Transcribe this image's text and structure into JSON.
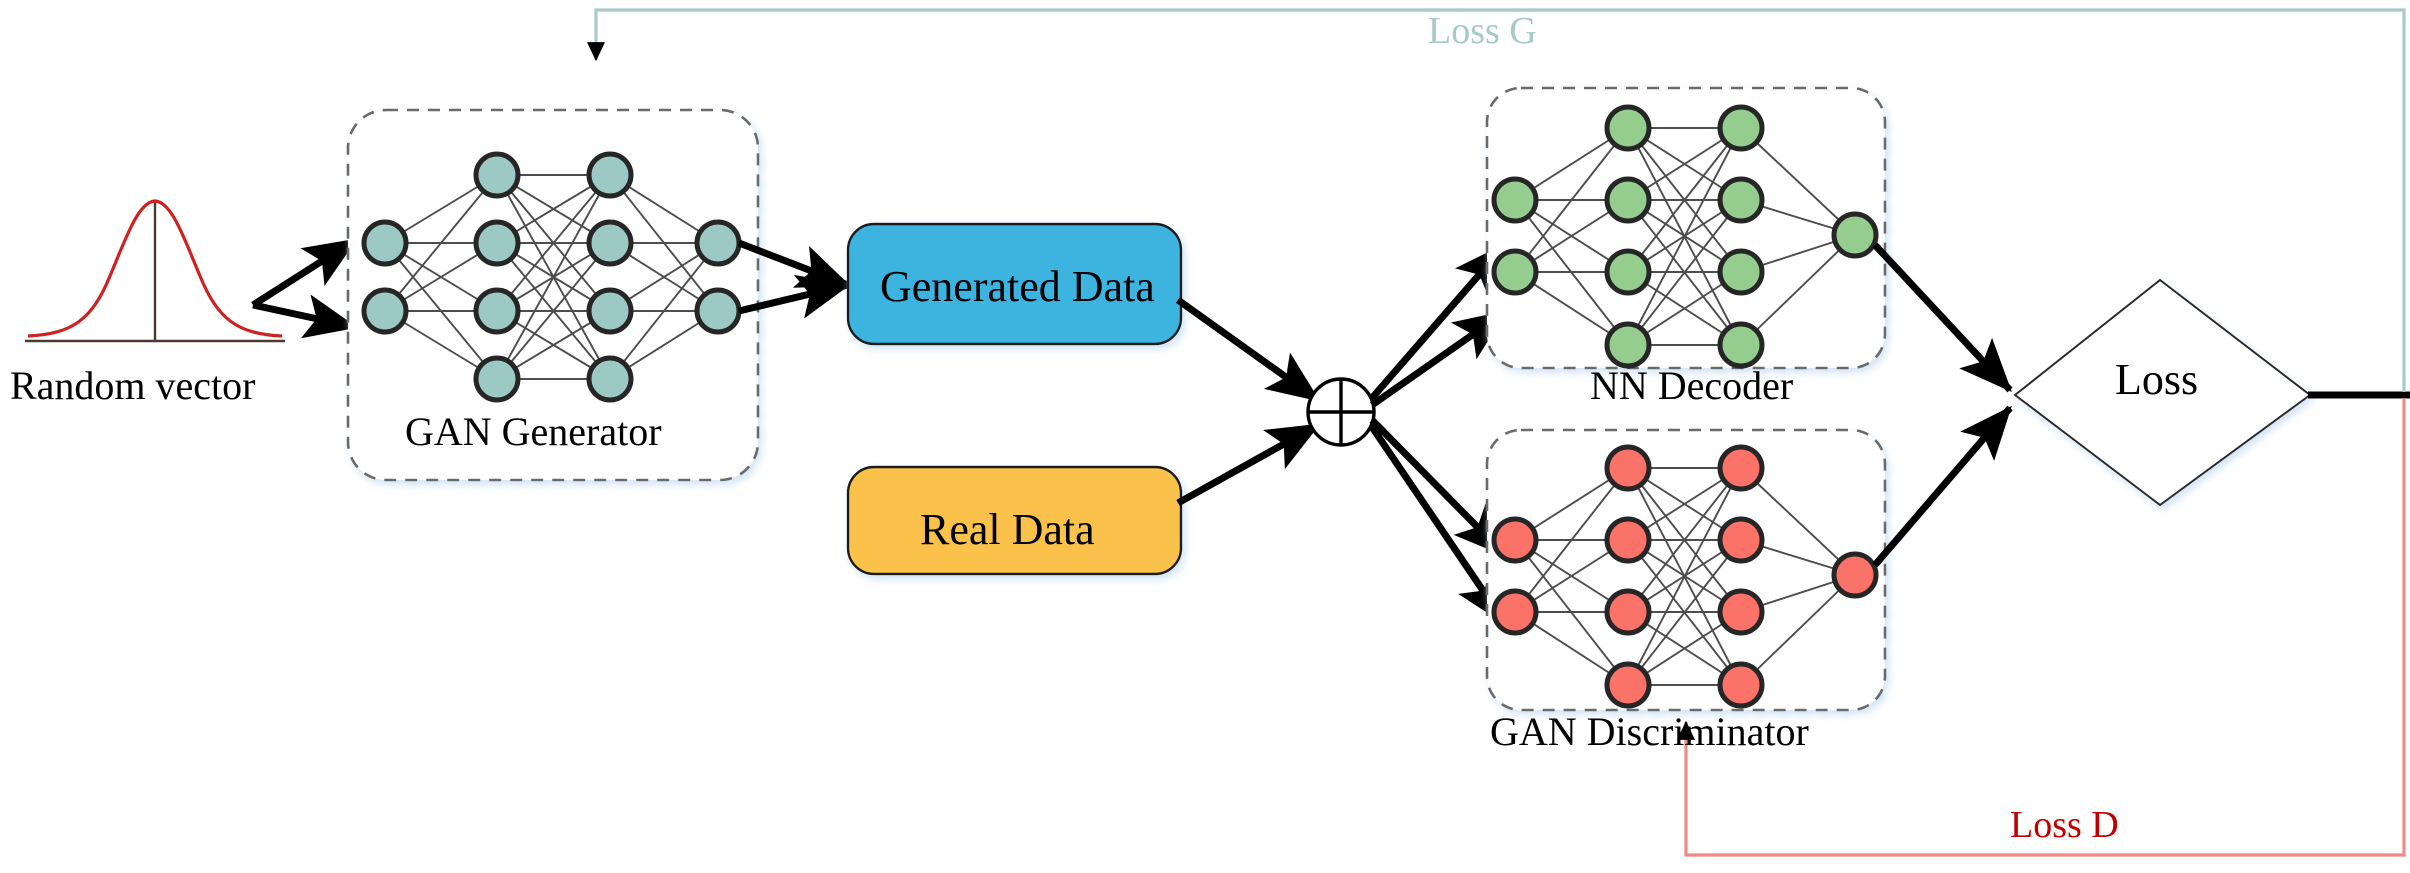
{
  "diagram": {
    "title": "GAN with NN Decoder training architecture",
    "labels": {
      "random_vector": "Random vector",
      "gan_generator": "GAN Generator",
      "generated_data": "Generated Data",
      "real_data": "Real Data",
      "nn_decoder": "NN Decoder",
      "gan_discriminator": "GAN Discriminator",
      "loss": "Loss",
      "loss_g": "Loss G",
      "loss_d": "Loss D"
    },
    "colors": {
      "generated_data_fill": "#3cb4e0",
      "real_data_fill": "#fbc24c",
      "generator_node_fill": "#9cc9c4",
      "decoder_node_fill": "#94cd8e",
      "discriminator_node_fill": "#fa7268",
      "node_stroke": "#262626",
      "edge_stroke": "#4d4d4d",
      "dashed_box_stroke": "#6b6b6b",
      "dashed_box_glow": "#dce9f7",
      "loss_g_line": "#a6cbc6",
      "loss_d_line": "#f08a84",
      "loss_d_text": "#c00000",
      "gaussian_curve": "#cc2222",
      "axis": "#4a3a33",
      "arrow_black": "#000000"
    },
    "blocks": [
      {
        "name": "gan-generator",
        "kind": "dashed-rounded-box",
        "label": "GAN Generator"
      },
      {
        "name": "nn-decoder",
        "kind": "dashed-rounded-box",
        "label": "NN Decoder"
      },
      {
        "name": "gan-discriminator",
        "kind": "dashed-rounded-box",
        "label": "GAN Discriminator"
      },
      {
        "name": "generated-data",
        "kind": "rounded-rect",
        "label": "Generated Data"
      },
      {
        "name": "real-data",
        "kind": "rounded-rect",
        "label": "Real Data"
      },
      {
        "name": "loss",
        "kind": "diamond",
        "label": "Loss"
      },
      {
        "name": "sum-junction",
        "kind": "circle-plus",
        "label": ""
      },
      {
        "name": "random-vector",
        "kind": "gaussian-curve",
        "label": "Random vector"
      }
    ],
    "networks": {
      "generator": {
        "layer_sizes": [
          2,
          4,
          4,
          2
        ],
        "node_color": "#9cc9c4"
      },
      "decoder": {
        "layer_sizes": [
          2,
          4,
          4,
          1
        ],
        "node_color": "#94cd8e"
      },
      "discriminator": {
        "layer_sizes": [
          2,
          4,
          4,
          1
        ],
        "node_color": "#fa7268"
      }
    },
    "edges": [
      {
        "from": "random-vector",
        "to": "gan-generator",
        "style": "solid-black-arrow"
      },
      {
        "from": "gan-generator",
        "to": "generated-data",
        "style": "solid-black-arrow"
      },
      {
        "from": "generated-data",
        "to": "sum-junction",
        "style": "solid-black-arrow"
      },
      {
        "from": "real-data",
        "to": "sum-junction",
        "style": "solid-black-arrow"
      },
      {
        "from": "sum-junction",
        "to": "nn-decoder",
        "style": "solid-black-arrow"
      },
      {
        "from": "sum-junction",
        "to": "gan-discriminator",
        "style": "solid-black-arrow"
      },
      {
        "from": "nn-decoder",
        "to": "loss",
        "style": "solid-black-arrow"
      },
      {
        "from": "gan-discriminator",
        "to": "loss",
        "style": "solid-black-arrow"
      },
      {
        "from": "loss",
        "to": "gan-generator",
        "style": "teal-feedback",
        "label": "Loss G"
      },
      {
        "from": "loss",
        "to": "gan-discriminator",
        "style": "red-feedback",
        "label": "Loss D"
      }
    ]
  }
}
